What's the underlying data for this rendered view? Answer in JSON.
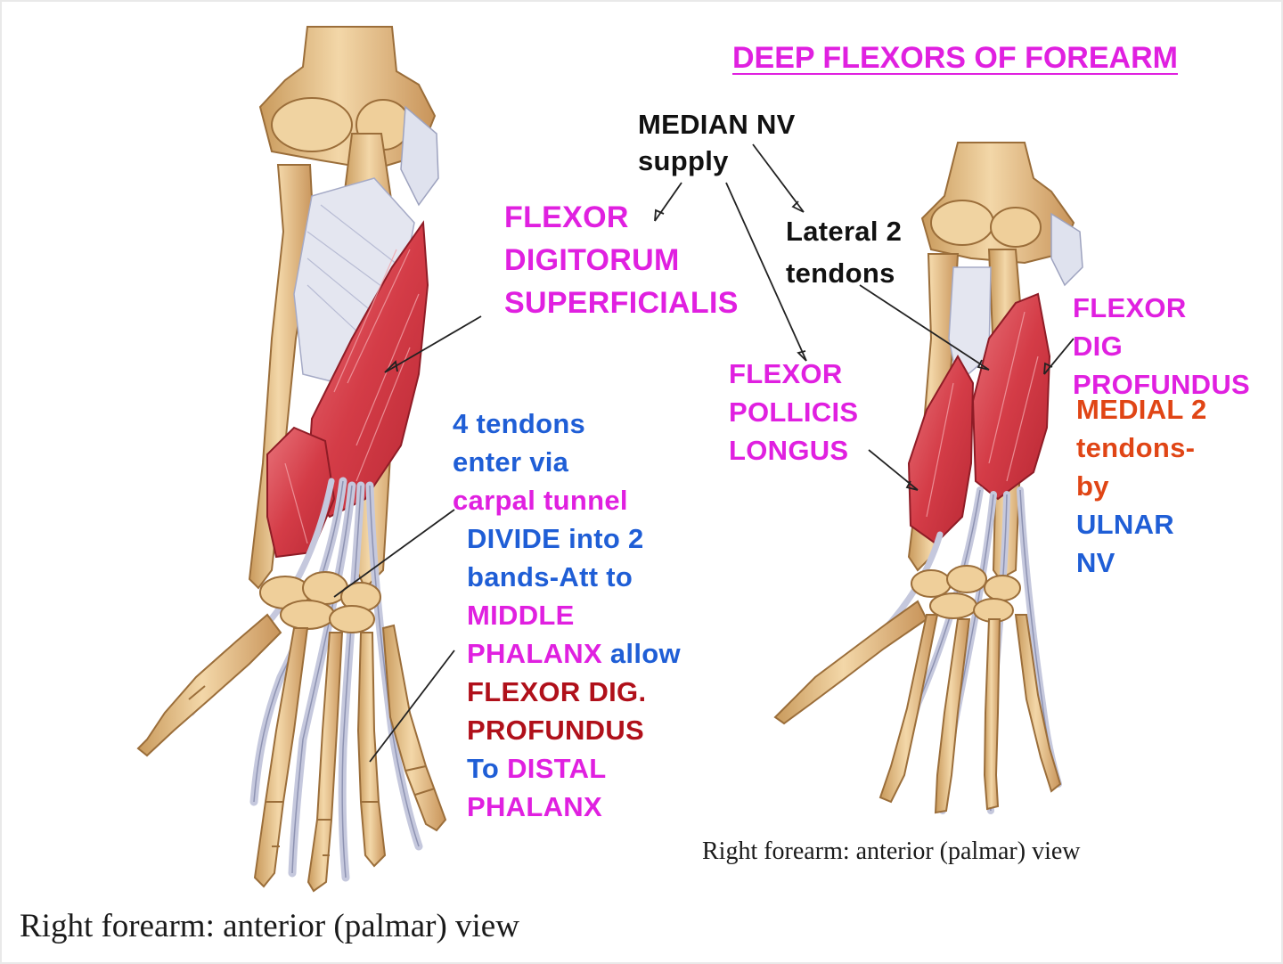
{
  "title": "DEEP FLEXORS OF FOREARM",
  "median_nerve": {
    "line1": "MEDIAN NV",
    "line2": "supply"
  },
  "lateral_tendons": {
    "line1": "Lateral 2",
    "line2": "tendons"
  },
  "fds": {
    "line1": "FLEXOR",
    "line2": "DIGITORUM",
    "line3": "SUPERFICIALIS"
  },
  "fpl": {
    "line1": "FLEXOR",
    "line2": "POLLICIS",
    "line3": "LONGUS"
  },
  "fdp_right": {
    "line1": "FLEXOR",
    "line2": "DIG",
    "line3": "PROFUNDUS"
  },
  "medial_tendons": {
    "line1": "MEDIAL 2",
    "line2": "tendons-",
    "line3": "by",
    "line4": "ULNAR",
    "line5": "NV"
  },
  "tendons_note": {
    "l1": "4 tendons",
    "l2": "enter via",
    "l3": "carpal tunnel",
    "l4": "DIVIDE into 2",
    "l5": "bands-Att to",
    "l6": "MIDDLE",
    "l7a": "PHALANX",
    "l7b": " allow",
    "l8": "FLEXOR DIG.",
    "l9": "PROFUNDUS",
    "l10a": "To ",
    "l10b": "DISTAL",
    "l11": "PHALANX"
  },
  "captions": {
    "left": "Right forearm: anterior (palmar) view",
    "right": "Right forearm: anterior (palmar) view"
  },
  "colors": {
    "pink": "#e020e0",
    "blue": "#1f5ed6",
    "dark_red": "#b0101a",
    "orange": "#e04515",
    "muscle": "#d8454e",
    "bone": "#e9c48f",
    "tendon": "#c8cbe0"
  }
}
